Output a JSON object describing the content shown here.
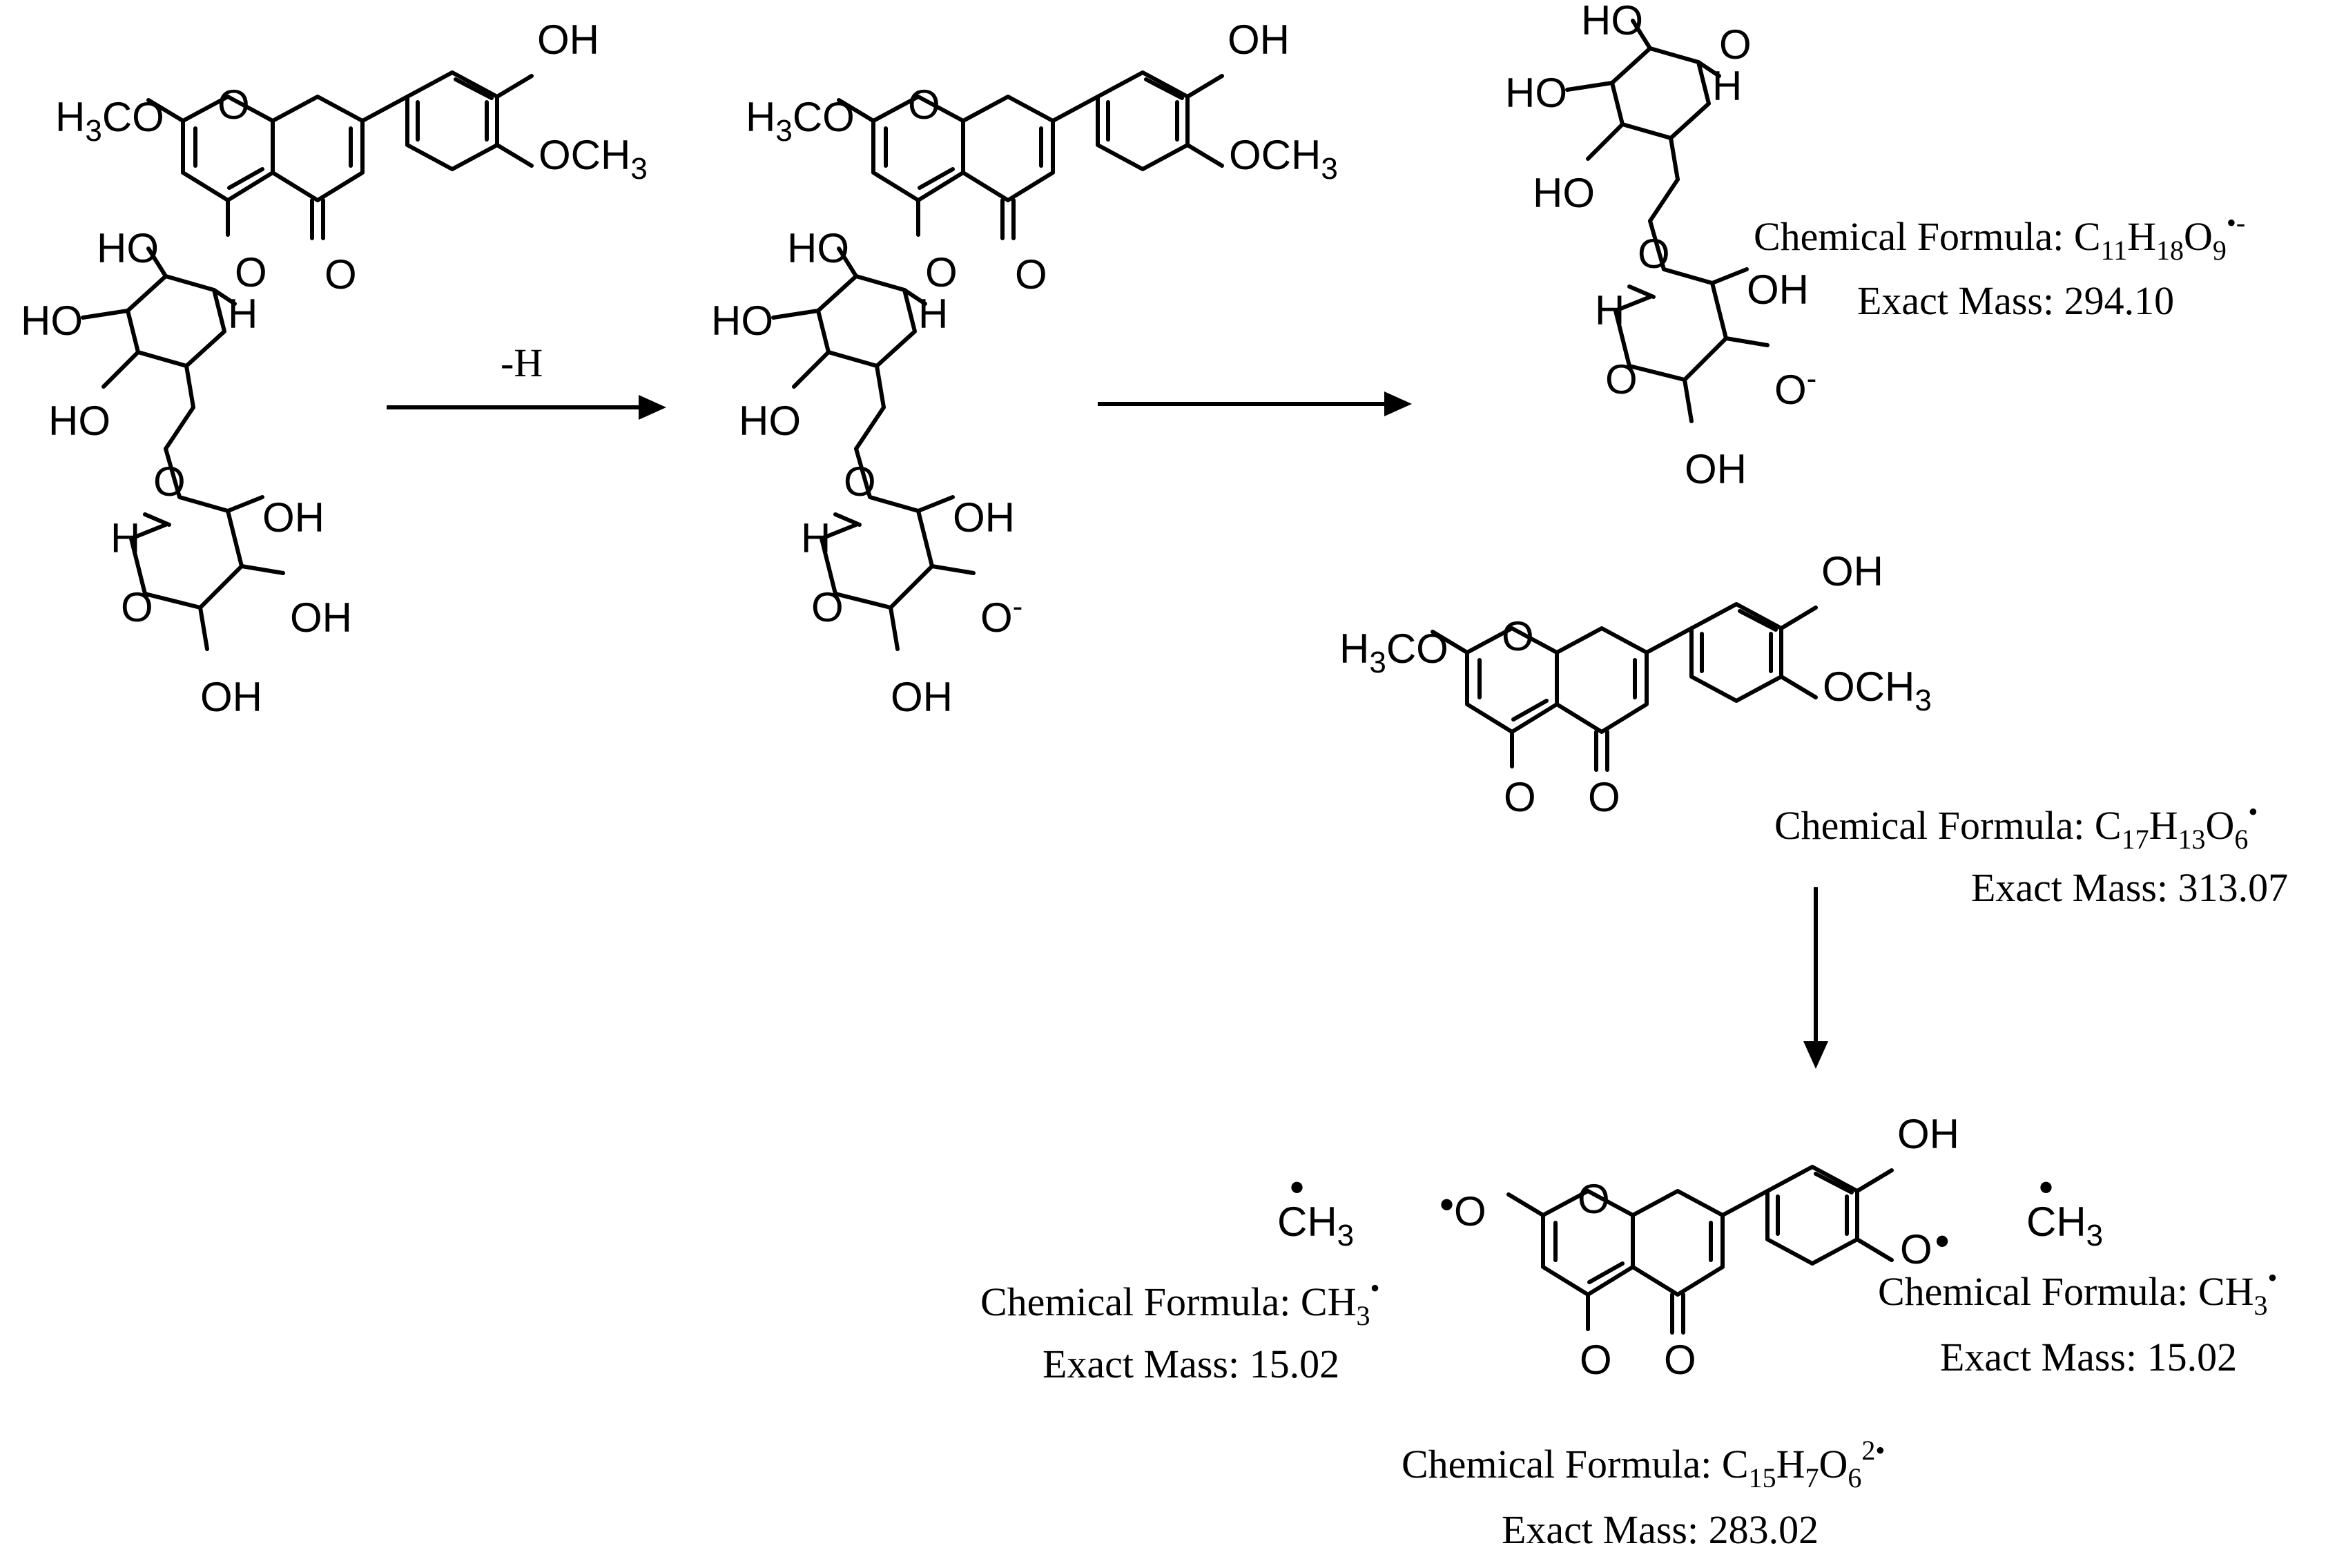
{
  "steps": [
    {
      "label": "-H"
    },
    {
      "label": ""
    }
  ],
  "atoms": {
    "OH": "OH",
    "HO": "HO",
    "O": "O",
    "H": "H",
    "H3CO_main": "H",
    "H3CO_sub": "3",
    "H3CO_tail": "CO",
    "OCH_main": "OCH",
    "OCH_sub": "3",
    "O_minus": "O",
    "minus": "-",
    "CH_main": "CH",
    "CH_sub": "3",
    "radical_dot": "•"
  },
  "fragments": {
    "sugar": {
      "formula_prefix": "Chemical Formula: C",
      "c": "11",
      "h_label": "H",
      "h": "18",
      "o_label": "O",
      "o": "9",
      "charge": "•-",
      "mass": "Exact Mass: 294.10"
    },
    "aglycone": {
      "formula_prefix": "Chemical Formula: C",
      "c": "17",
      "h_label": "H",
      "h": "13",
      "o_label": "O",
      "o": "6",
      "charge": "•",
      "mass": "Exact Mass: 313.07"
    },
    "methyl_left": {
      "formula_prefix": "Chemical Formula: CH",
      "h": "3",
      "charge": "•",
      "mass": "Exact Mass: 15.02"
    },
    "methyl_right": {
      "formula_prefix": "Chemical Formula: CH",
      "h": "3",
      "charge": "•",
      "mass": "Exact Mass: 15.02"
    },
    "diradical": {
      "formula_prefix": "Chemical Formula: C",
      "c": "15",
      "h_label": "H",
      "h": "7",
      "o_label": "O",
      "o": "6",
      "charge": "2•",
      "mass": "Exact Mass: 283.02"
    }
  }
}
